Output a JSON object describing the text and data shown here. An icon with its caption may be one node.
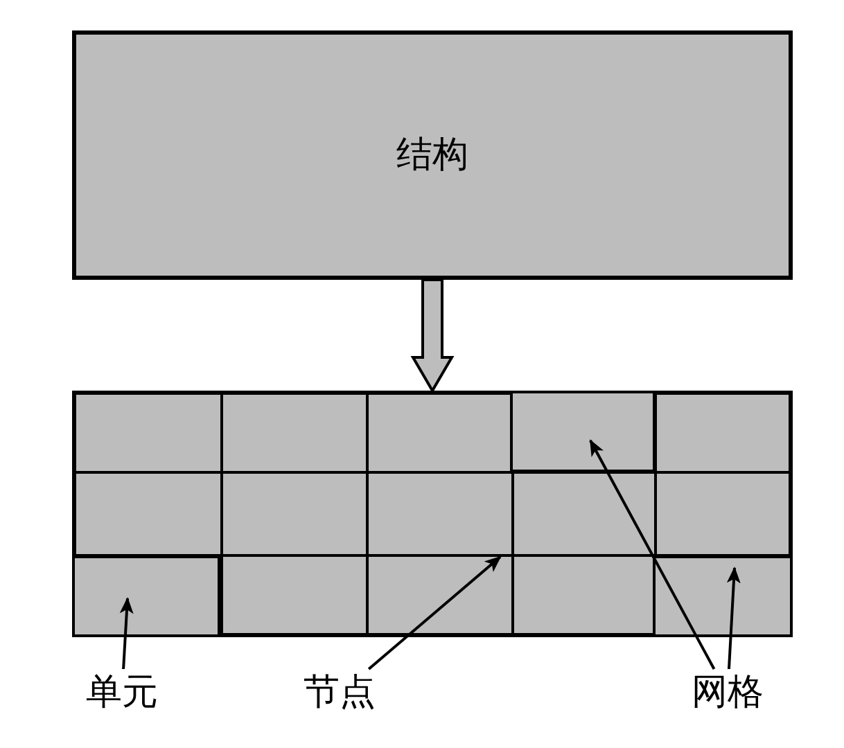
{
  "diagram": {
    "nodes": [
      {
        "text": [
          "结构"
        ]
      },
      {
        "text": [],
        "shape": "box"
      },
      {
        "text": [],
        "shape": "box",
        "in": 1
      },
      {
        "text": [],
        "shape": "box",
        "in": 1
      },
      {
        "text": [],
        "shape": "box",
        "in": 1
      },
      {
        "text": [
          "单元"
        ]
      },
      {
        "text": [
          "节点"
        ]
      },
      {
        "text": [
          "网格"
        ]
      }
    ],
    "edges": [
      {
        "from": 0,
        "to": 1,
        "arrow": "to",
        "style": "thick"
      },
      {
        "from": 5,
        "to": 2,
        "arrow": "to"
      },
      {
        "from": 6,
        "to": null,
        "arrow": "to"
      },
      {
        "from": 7,
        "to": 3,
        "arrow": "to"
      },
      {
        "from": 7,
        "to": 4,
        "arrow": "to"
      }
    ]
  }
}
